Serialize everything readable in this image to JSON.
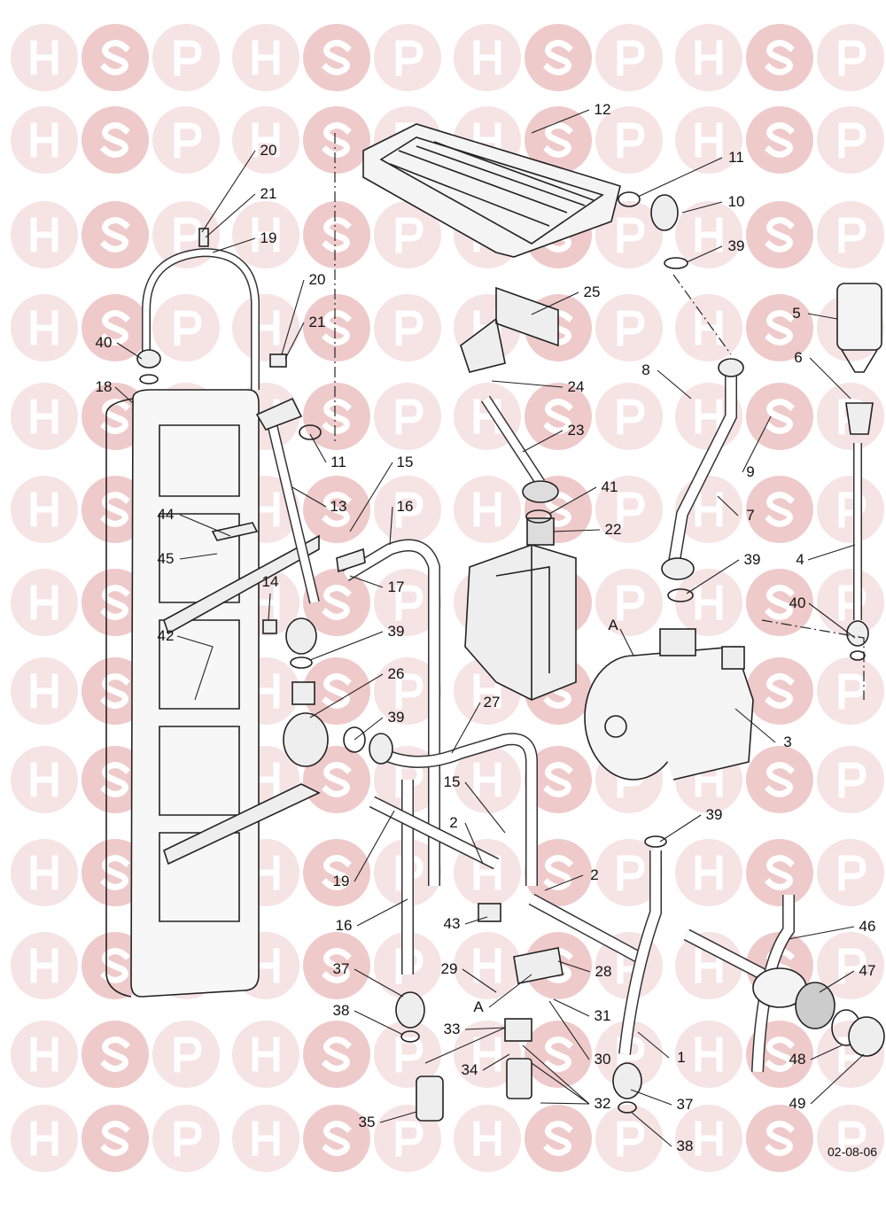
{
  "watermark": {
    "letters": [
      "H",
      "S",
      "P"
    ],
    "colors": {
      "circle": "#f6e3e3",
      "circle_s": "#efcaca"
    }
  },
  "labels": [
    "12",
    "11",
    "10",
    "39",
    "20",
    "21",
    "19",
    "20",
    "21",
    "25",
    "5",
    "6",
    "8",
    "24",
    "40",
    "18",
    "11",
    "23",
    "9",
    "15",
    "16",
    "41",
    "13",
    "7",
    "22",
    "44",
    "45",
    "4",
    "39",
    "14",
    "17",
    "40",
    "A",
    "42",
    "39",
    "26",
    "27",
    "39",
    "3",
    "15",
    "39",
    "2",
    "2",
    "19",
    "16",
    "43",
    "46",
    "37",
    "29",
    "28",
    "47",
    "A",
    "31",
    "38",
    "33",
    "30",
    "1",
    "48",
    "34",
    "32",
    "37",
    "49",
    "35",
    "38"
  ],
  "drawing_code": "02-08-06"
}
